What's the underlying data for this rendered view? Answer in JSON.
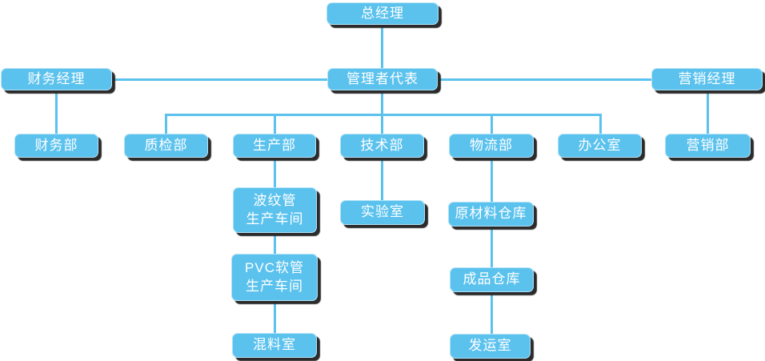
{
  "diagram": {
    "type": "org-chart",
    "colors": {
      "node_fill": "#5bc2ee",
      "line_color": "#5bc2ee",
      "text_color": "#ffffff",
      "shadow_color": "#2b2b2b",
      "bg_color": "#ffffff"
    },
    "nodes": {
      "general_manager": {
        "label": "总经理"
      },
      "finance_manager": {
        "label": "财务经理"
      },
      "management_rep": {
        "label": "管理者代表"
      },
      "marketing_manager": {
        "label": "营销经理"
      },
      "finance_dept": {
        "label": "财务部"
      },
      "quality_dept": {
        "label": "质检部"
      },
      "production_dept": {
        "label": "生产部"
      },
      "technology_dept": {
        "label": "技术部"
      },
      "logistics_dept": {
        "label": "物流部"
      },
      "office": {
        "label": "办公室"
      },
      "marketing_dept": {
        "label": "营销部"
      },
      "corrugated_workshop": {
        "label": "波纹管\n生产车间"
      },
      "laboratory": {
        "label": "实验室"
      },
      "raw_material_warehouse": {
        "label": "原材料仓库"
      },
      "pvc_hose_workshop": {
        "label": "PVC软管\n生产车间"
      },
      "finished_goods_warehouse": {
        "label": "成品仓库"
      },
      "mixing_room": {
        "label": "混料室"
      },
      "shipping_room": {
        "label": "发运室"
      }
    },
    "edges": [
      [
        "general_manager",
        "management_rep"
      ],
      [
        "management_rep",
        "finance_manager"
      ],
      [
        "management_rep",
        "marketing_manager"
      ],
      [
        "finance_manager",
        "finance_dept"
      ],
      [
        "marketing_manager",
        "marketing_dept"
      ],
      [
        "management_rep",
        "quality_dept"
      ],
      [
        "management_rep",
        "production_dept"
      ],
      [
        "management_rep",
        "technology_dept"
      ],
      [
        "management_rep",
        "logistics_dept"
      ],
      [
        "management_rep",
        "office"
      ],
      [
        "production_dept",
        "corrugated_workshop"
      ],
      [
        "corrugated_workshop",
        "pvc_hose_workshop"
      ],
      [
        "pvc_hose_workshop",
        "mixing_room"
      ],
      [
        "technology_dept",
        "laboratory"
      ],
      [
        "logistics_dept",
        "raw_material_warehouse"
      ],
      [
        "raw_material_warehouse",
        "finished_goods_warehouse"
      ],
      [
        "finished_goods_warehouse",
        "shipping_room"
      ]
    ]
  }
}
